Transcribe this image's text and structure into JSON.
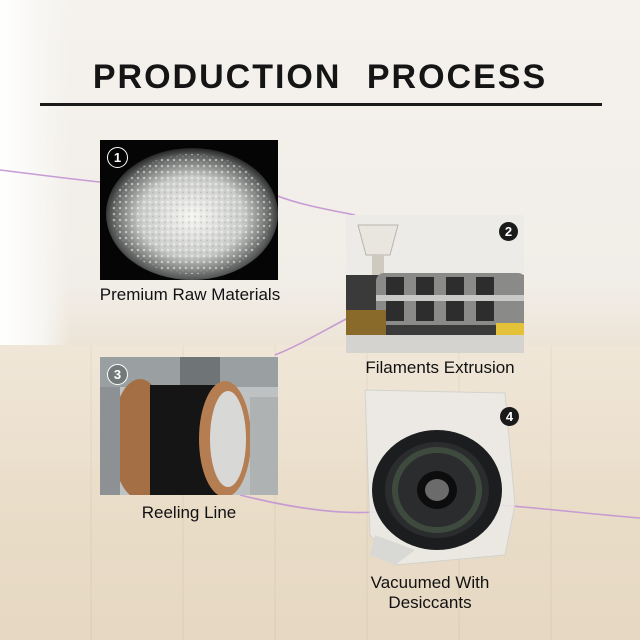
{
  "title": "PRODUCTION  PROCESS",
  "steps": [
    {
      "number": "1",
      "label": "Premium Raw Materials",
      "image": "plastic-pellets"
    },
    {
      "number": "2",
      "label": "Filaments Extrusion",
      "image": "extrusion-machine"
    },
    {
      "number": "3",
      "label": "Reeling Line",
      "image": "reeling-spools"
    },
    {
      "number": "4",
      "label_line1": "Vacuumed With",
      "label_line2": "Desiccants",
      "image": "vacuum-bagged-filament-spool"
    }
  ],
  "colors": {
    "title": "#151515",
    "connector": "#c79bd3",
    "caption": "#111111"
  }
}
